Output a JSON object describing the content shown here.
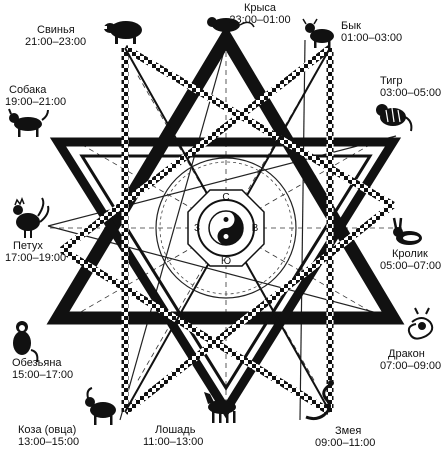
{
  "zodiac": [
    {
      "id": "rat",
      "name": "Крыса",
      "time": "23:00–01:00",
      "icon": "rat-icon"
    },
    {
      "id": "ox",
      "name": "Бык",
      "time": "01:00–03:00",
      "icon": "ox-icon"
    },
    {
      "id": "tiger",
      "name": "Тигр",
      "time": "03:00–05:00",
      "icon": "tiger-icon"
    },
    {
      "id": "rabbit",
      "name": "Кролик",
      "time": "05:00–07:00",
      "icon": "rabbit-icon"
    },
    {
      "id": "dragon",
      "name": "Дракон",
      "time": "07:00–09:00",
      "icon": "dragon-icon"
    },
    {
      "id": "snake",
      "name": "Змея",
      "time": "09:00–11:00",
      "icon": "snake-icon"
    },
    {
      "id": "horse",
      "name": "Лошадь",
      "time": "11:00–13:00",
      "icon": "horse-icon"
    },
    {
      "id": "goat",
      "name": "Коза (овца)",
      "time": "13:00–15:00",
      "icon": "goat-icon"
    },
    {
      "id": "monkey",
      "name": "Обезьяна",
      "time": "15:00–17:00",
      "icon": "monkey-icon"
    },
    {
      "id": "rooster",
      "name": "Петух",
      "time": "17:00–19:00",
      "icon": "rooster-icon"
    },
    {
      "id": "dog",
      "name": "Собака",
      "time": "19:00–21:00",
      "icon": "dog-icon"
    },
    {
      "id": "pig",
      "name": "Свинья",
      "time": "21:00–23:00",
      "icon": "pig-icon"
    }
  ],
  "compass": {
    "north": "С",
    "south": "Ю",
    "west": "З",
    "east": "В",
    "center_icon": "yin-yang-icon"
  }
}
